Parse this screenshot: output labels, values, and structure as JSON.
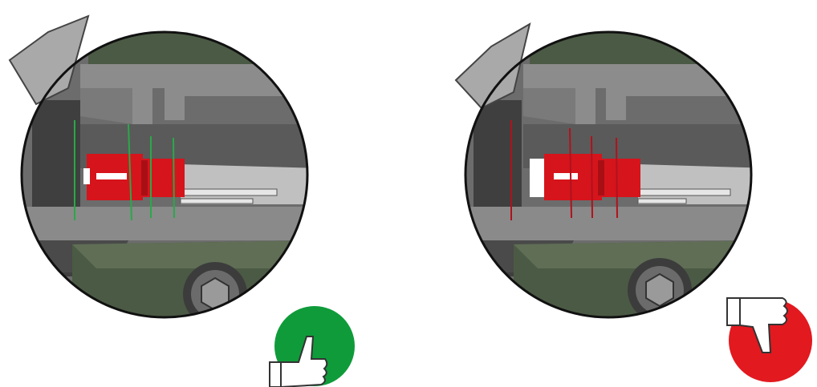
{
  "panels": [
    {
      "id": "correct",
      "verdict": "good",
      "indicator_icon": "thumbs-up-icon",
      "indicator_color": "#0f9b3a",
      "alignment_line_color": "#2aa84a"
    },
    {
      "id": "incorrect",
      "verdict": "bad",
      "indicator_icon": "thumbs-down-icon",
      "indicator_color": "#e2191f",
      "alignment_line_color": "#b0121c"
    }
  ],
  "colors": {
    "dark_green_body": "#4b5a44",
    "dark_green_face": "#5f6e55",
    "grey_block": "#8c8c8c",
    "light_grey": "#b9b9b9",
    "dark_grey": "#555555",
    "red_part": "#d6141c"
  }
}
